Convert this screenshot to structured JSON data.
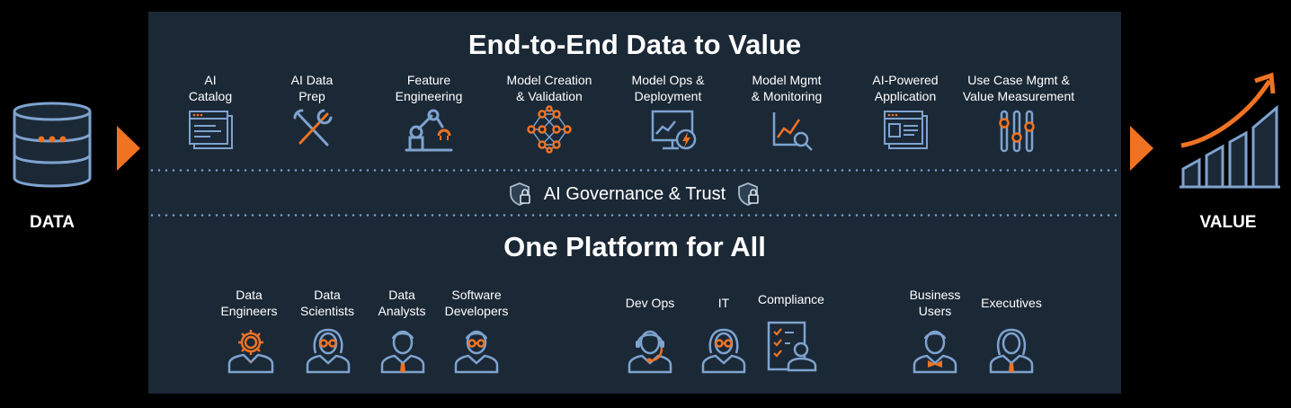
{
  "colors": {
    "panel": "#1b2836",
    "accent": "#f07323",
    "line": "#7ea3cf",
    "background": "#000000"
  },
  "left": {
    "label": "DATA",
    "icon": "database-icon"
  },
  "right": {
    "label": "VALUE",
    "icon": "growth-chart-icon"
  },
  "top_title": "End-to-End Data to Value",
  "stages": [
    {
      "label": "AI\nCatalog",
      "icon": "catalog-icon"
    },
    {
      "label": "AI Data\nPrep",
      "icon": "tools-icon"
    },
    {
      "label": "Feature\nEngineering",
      "icon": "robot-arm-icon"
    },
    {
      "label": "Model Creation\n& Validation",
      "icon": "neural-network-icon"
    },
    {
      "label": "Model Ops &\nDeployment",
      "icon": "monitor-deploy-icon"
    },
    {
      "label": "Model Mgmt\n& Monitoring",
      "icon": "chart-magnifier-icon"
    },
    {
      "label": "AI-Powered\nApplication",
      "icon": "application-window-icon"
    },
    {
      "label": "Use Case Mgmt &\nValue Measurement",
      "icon": "sliders-icon"
    }
  ],
  "governance": {
    "label": "AI Governance & Trust",
    "icon": "shield-lock-icon"
  },
  "bottom_title": "One Platform for All",
  "personas": [
    {
      "label": "Data\nEngineers",
      "icon": "engineer-gear-icon"
    },
    {
      "label": "Data\nScientists",
      "icon": "scientist-icon"
    },
    {
      "label": "Data\nAnalysts",
      "icon": "analyst-icon"
    },
    {
      "label": "Software\nDevelopers",
      "icon": "developer-icon"
    },
    {
      "label": "Dev Ops",
      "icon": "headset-user-icon"
    },
    {
      "label": "IT",
      "icon": "it-user-icon"
    },
    {
      "label": "Compliance",
      "icon": "checklist-user-icon"
    },
    {
      "label": "Business\nUsers",
      "icon": "business-user-icon"
    },
    {
      "label": "Executives",
      "icon": "executive-icon"
    }
  ]
}
